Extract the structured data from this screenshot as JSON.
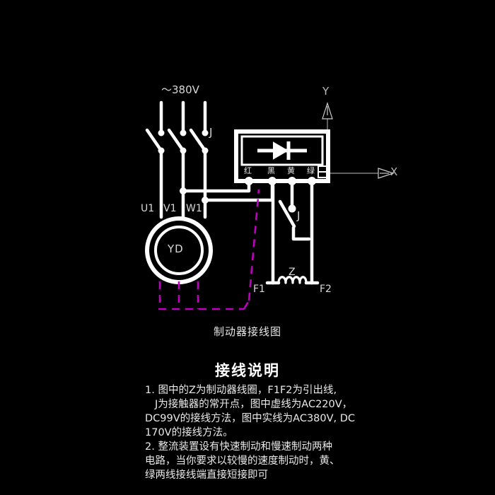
{
  "diagram": {
    "supply_label": "～380V",
    "contactor_main_label": "J",
    "contactor_brake_label": "J",
    "motor_label": "YD",
    "motor_terminals": [
      "U1",
      "V1",
      "W1"
    ],
    "rectifier_terminals": [
      "红",
      "黑",
      "黄",
      "绿"
    ],
    "rectifier_symbol": "diode",
    "coil_label": "Z",
    "coil_leads": [
      "F1",
      "F2"
    ],
    "axis_x_label": "X",
    "axis_y_label": "Y",
    "caption": "制动器接线图",
    "colors": {
      "wire": "#ffffff",
      "dashed_wire": "#c000c0",
      "background": "#000000",
      "axis": "#9a9a9a",
      "text": "#e0e0e0"
    }
  },
  "notes": {
    "title": "接线说明",
    "items": [
      "1. 图中的Z为制动器线圈，F1F2为引出线,",
      "J为接触器的常开点，图中虚线为AC220V，",
      "DC99V的接线方法，图中实线为AC380V, DC",
      "170V的接线方法。",
      "2. 整流装置设有快速制动和慢速制动两种",
      "电路，当你要求以较慢的速度制动时，黄、",
      "绿两线接线端直接短接即可"
    ]
  }
}
